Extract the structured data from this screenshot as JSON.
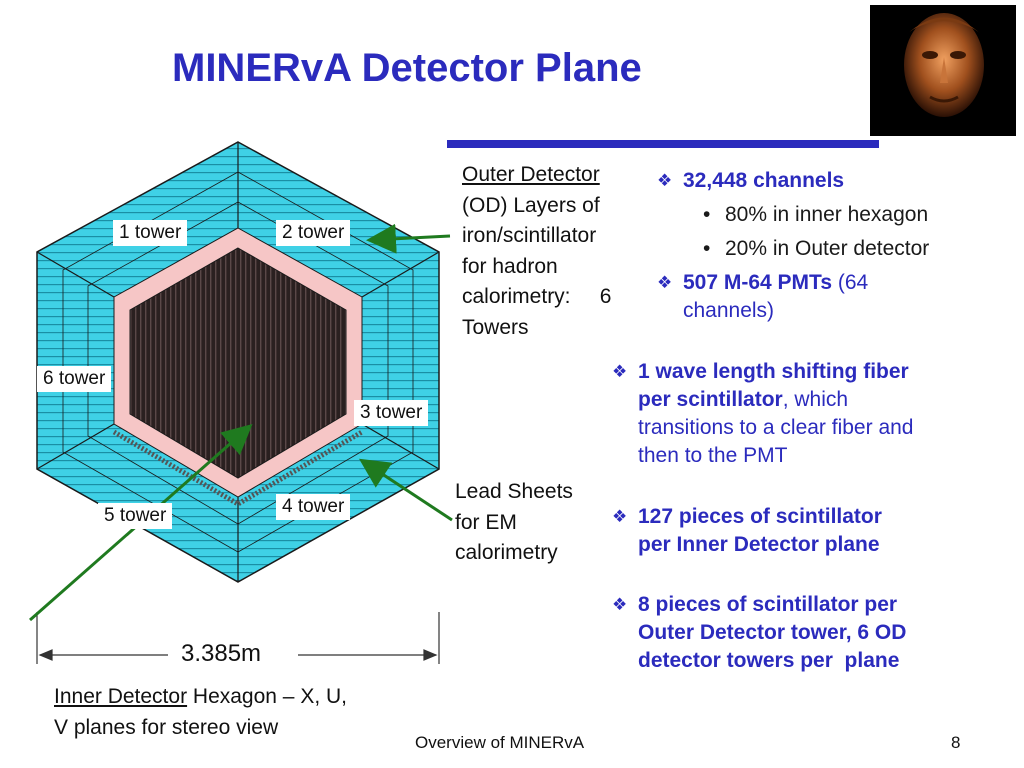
{
  "slide": {
    "title": "MINERvA Detector Plane",
    "page_number": "8",
    "footer_text": "Overview of MINERvA"
  },
  "diagram": {
    "tower_labels": [
      "1 tower",
      "2 tower",
      "3 tower",
      "4 tower",
      "5 tower",
      "6 tower"
    ],
    "dimension_label": "3.385m",
    "colors": {
      "outer": "#3fd1e6",
      "lead": "#f6c6c6",
      "inner": "#2a2020",
      "arrow": "#1f7a1f"
    }
  },
  "annotations": {
    "outer_detector": {
      "underlined": "Outer Detector",
      "lines": [
        "(OD) Layers of",
        "iron/scintillator",
        "for hadron",
        "calorimetry:     6",
        "Towers"
      ]
    },
    "lead_sheets": {
      "lines": [
        "Lead Sheets",
        "for EM",
        "calorimetry"
      ]
    },
    "inner_detector": {
      "underlined": "Inner Detector",
      "line1_rest": " Hexagon – X, U,",
      "line2": "V planes for stereo view"
    }
  },
  "bullets": {
    "channels": "32,448 channels",
    "sub1": "80% in inner hexagon",
    "sub2": "20% in Outer detector",
    "pmts_bold": "507 M-64 PMTs",
    "pmts_rest": " (64",
    "pmts_line2": "channels)",
    "fiber_line1": "1 wave length shifting fiber",
    "fiber_line2_bold": "per scintillator",
    "fiber_line2_rest": ", which",
    "fiber_line3": "transitions to a clear fiber and",
    "fiber_line4": "then to the PMT",
    "inner_pieces_line1": "127 pieces of scintillator",
    "inner_pieces_line2": "per Inner Detector plane",
    "outer_pieces_line1": "8 pieces of scintillator per",
    "outer_pieces_line2": "Outer Detector tower, 6 OD",
    "outer_pieces_line3": "detector towers per  plane"
  }
}
